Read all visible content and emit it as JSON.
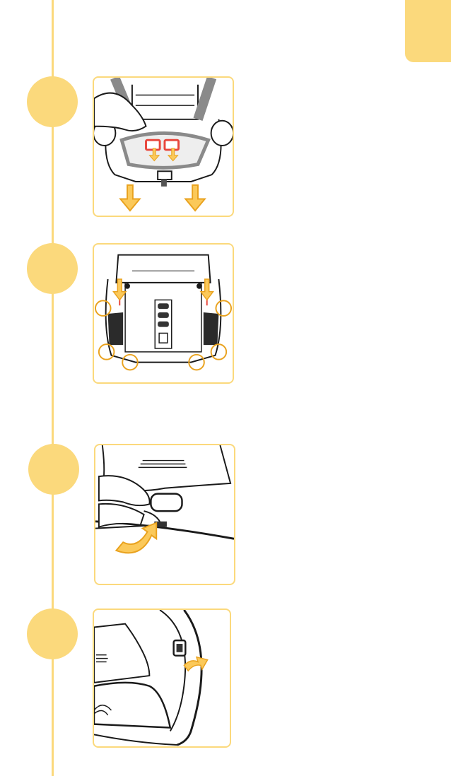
{
  "colors": {
    "accent": "#FBD97C",
    "arrow_fill": "#FBC95A",
    "arrow_stroke": "#E9A21E",
    "highlight_red": "#E8463C",
    "line": "#1a1a1a",
    "grey_strap": "#8a8a8a"
  },
  "steps": [
    {
      "illustration": "pull-seat-pad-forward-illustration"
    },
    {
      "illustration": "underside-clips-illustration"
    },
    {
      "illustration": "unhook-side-edge-illustration"
    },
    {
      "illustration": "release-back-clip-illustration"
    }
  ]
}
